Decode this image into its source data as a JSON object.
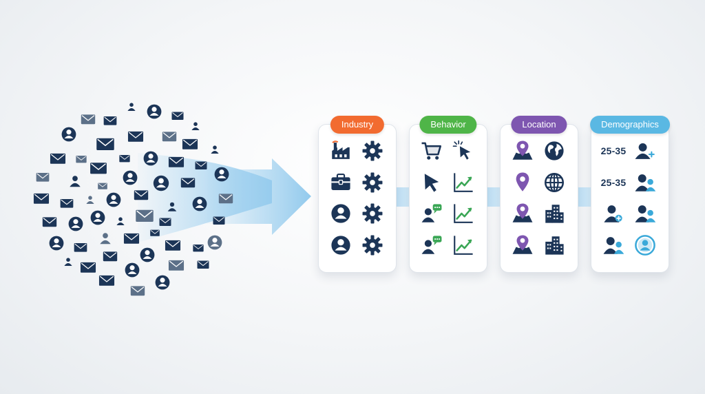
{
  "colors": {
    "navy": "#1c3557",
    "slate": "#5c7088",
    "arrow": "#9fd0ef",
    "orange": "#f26b30",
    "green": "#4fb548",
    "purple": "#7e56b0",
    "sky": "#5ab8e3",
    "chart_green": "#3aa655",
    "teal": "#3aa9d9"
  },
  "categories": [
    {
      "key": "industry",
      "label": "Industry",
      "color": "#f26b30",
      "icons": [
        "factory-icon",
        "gear-icon",
        "briefcase-icon",
        "gear-icon",
        "user-circle-icon",
        "gear-icon",
        "user-circle-icon",
        "gear-icon"
      ]
    },
    {
      "key": "behavior",
      "label": "Behavior",
      "color": "#4fb548",
      "icons": [
        "cart-icon",
        "click-cursor-icon",
        "cursor-icon",
        "trend-chart-icon",
        "user-chat-icon",
        "trend-chart-icon",
        "user-chat-icon",
        "trend-chart-icon"
      ]
    },
    {
      "key": "location",
      "label": "Location",
      "color": "#7e56b0",
      "icons": [
        "map-pin-icon",
        "globe-icon",
        "pin-icon",
        "globe-grid-icon",
        "map-pin-icon",
        "buildings-icon",
        "map-pin-icon",
        "buildings-icon"
      ]
    },
    {
      "key": "demographics",
      "label": "Demographics",
      "color": "#5ab8e3",
      "icons": [
        "age-text",
        "user-plus-icon",
        "age-text",
        "user-pair-icon",
        "user-add-icon",
        "user-pair-icon",
        "user-pair-icon",
        "user-circle-outline-icon"
      ],
      "age_ranges": [
        "25-35",
        "25-35"
      ]
    }
  ]
}
